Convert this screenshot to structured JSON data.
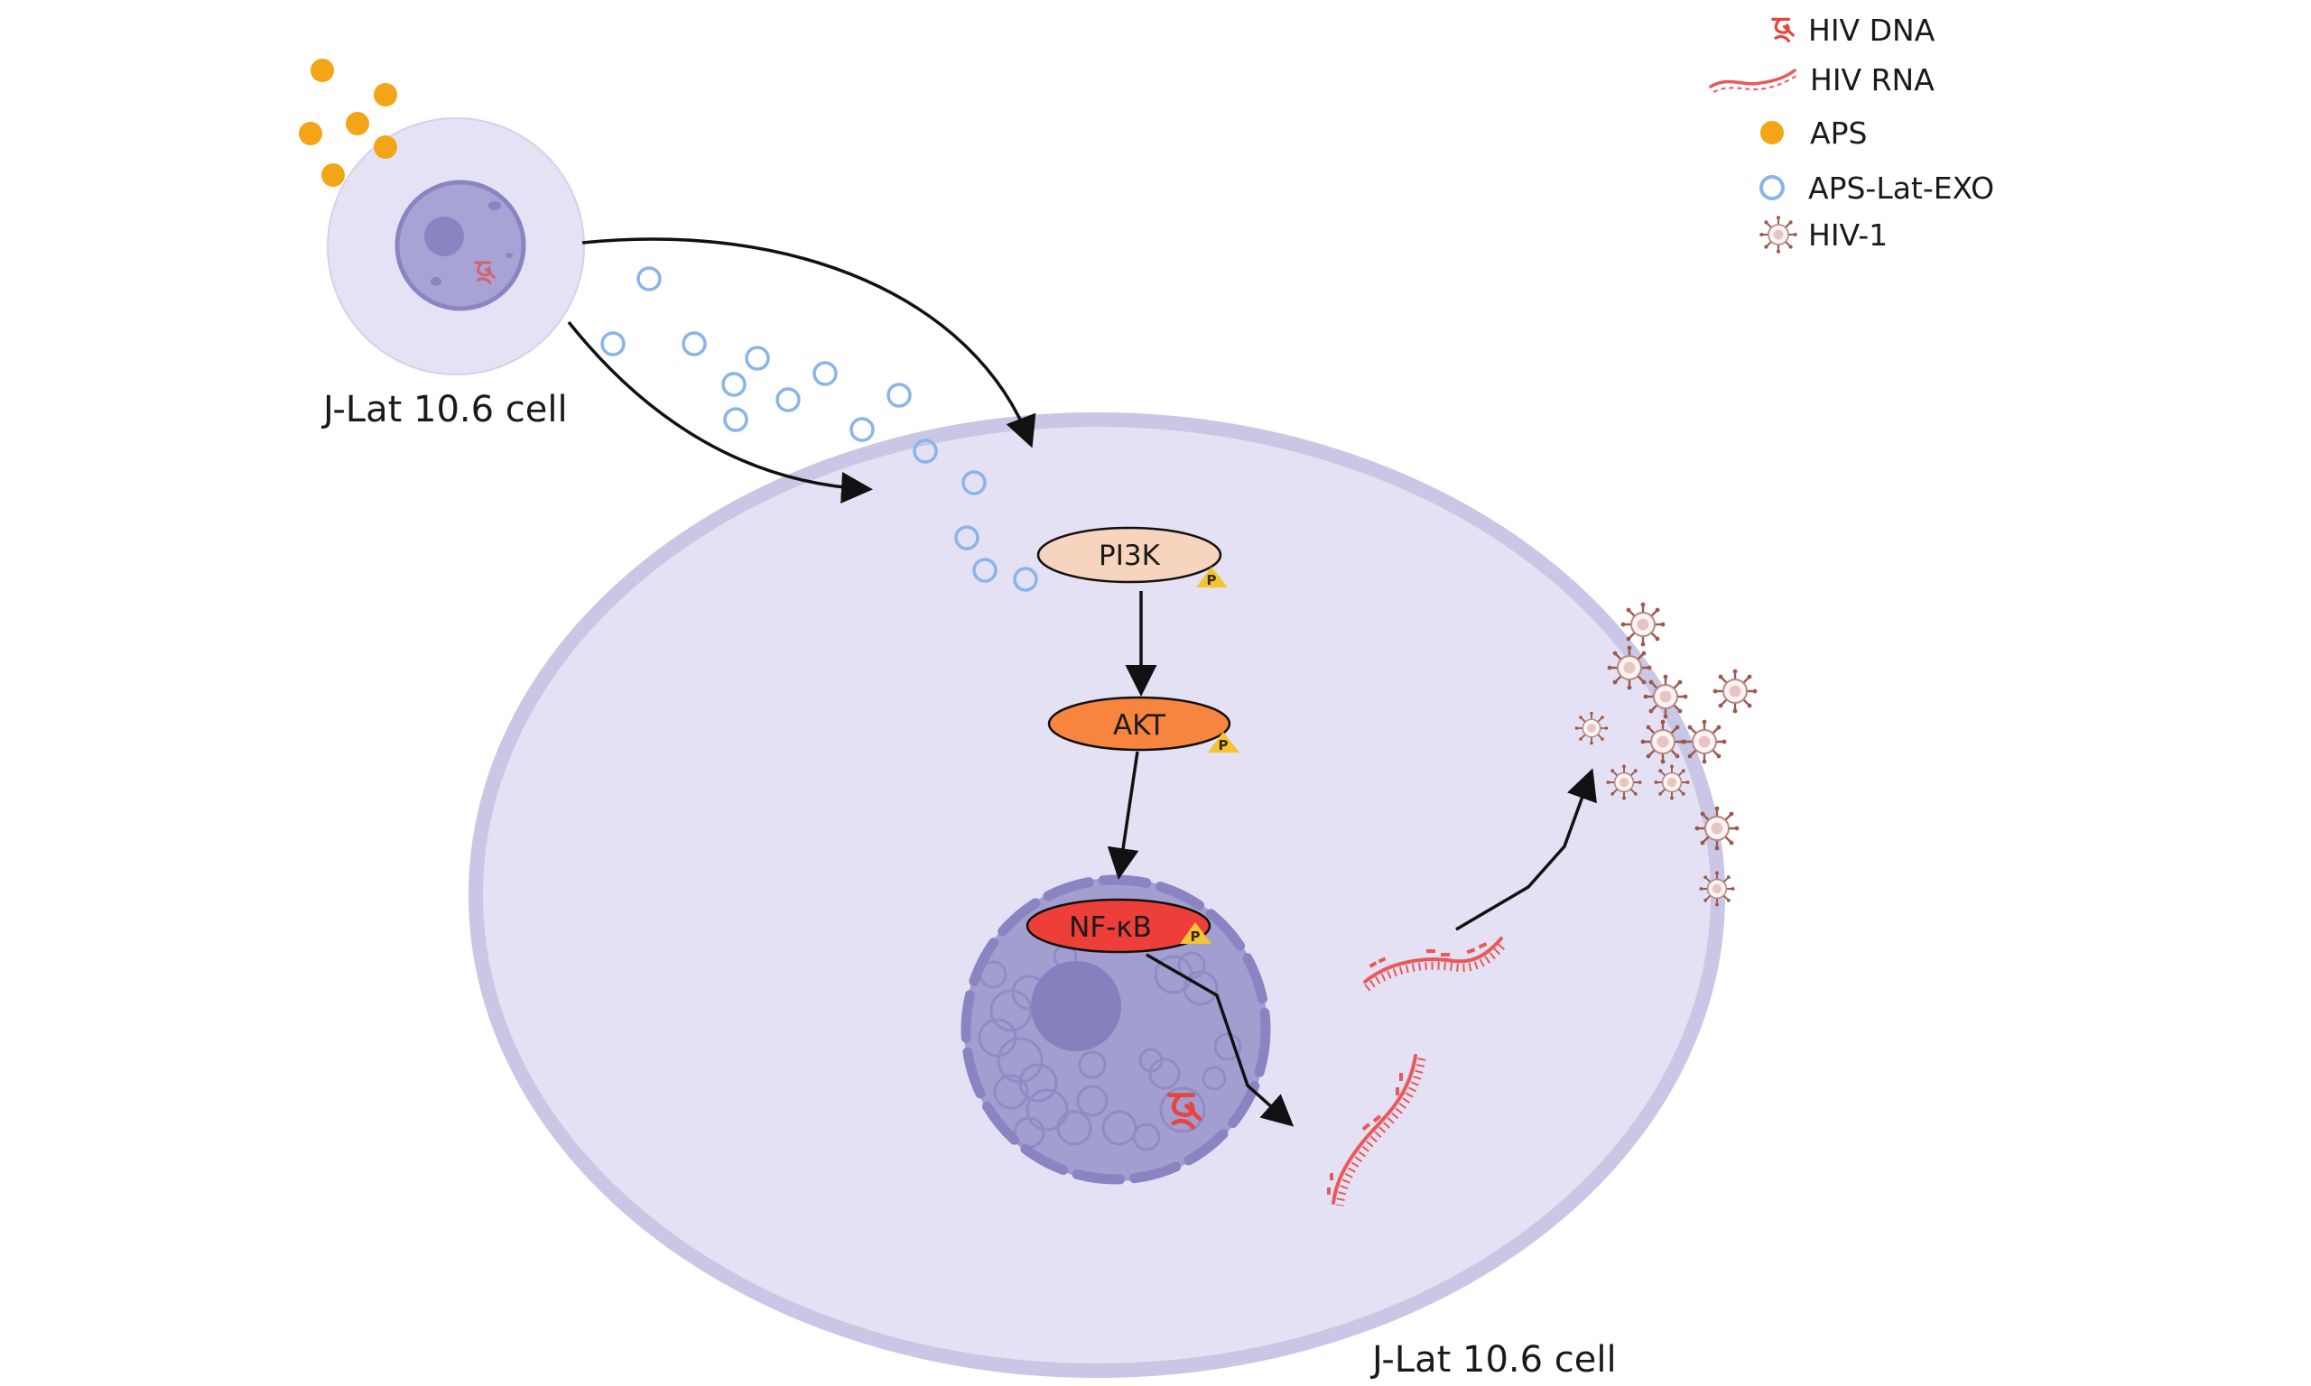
{
  "diagram": {
    "title": "APS-Lat-EXO activation of latent HIV via PI3K/AKT/NF-κB",
    "cells": {
      "donor_label": "J-Lat 10.6 cell",
      "recipient_label": "J-Lat 10.6 cell"
    },
    "pathway": {
      "nodes": [
        {
          "id": "pi3k",
          "label": "PI3K",
          "color": "#f7d4bd",
          "phosphorylated": true
        },
        {
          "id": "akt",
          "label": "AKT",
          "color": "#f7843f",
          "phosphorylated": true
        },
        {
          "id": "nfkb",
          "label": "NF-κB",
          "color": "#ee3e3a",
          "phosphorylated": true
        }
      ],
      "phospho_label": "P",
      "phospho_color": "#f5c531",
      "edges": [
        {
          "from": "pi3k",
          "to": "akt"
        },
        {
          "from": "akt",
          "to": "nfkb"
        },
        {
          "from": "nfkb",
          "to": "hiv-rna"
        },
        {
          "from": "hiv-rna",
          "to": "hiv-1"
        }
      ]
    },
    "legend": {
      "items": [
        {
          "icon": "hiv-dna-icon",
          "label": "HIV DNA"
        },
        {
          "icon": "hiv-rna-icon",
          "label": "HIV RNA"
        },
        {
          "icon": "aps-dot-icon",
          "label": "APS"
        },
        {
          "icon": "exosome-ring-icon",
          "label": "APS-Lat-EXO"
        },
        {
          "icon": "virion-icon",
          "label": "HIV-1"
        }
      ]
    },
    "colors": {
      "cell_fill": "#e3e1f3",
      "cell_membrane": "#c9c6e6",
      "nucleus_fill": "#a39ed0",
      "nucleus_envelope": "#8a84c2",
      "chromatin": "#8d86c4",
      "nucleolus": "#8780bf",
      "aps": "#f2a516",
      "exosome": "#8ab4ea",
      "hiv_nucleic_acid": "#e8595a",
      "virion_spike": "#9b5a4e"
    },
    "counts": {
      "aps_particles": 6,
      "exosomes": 15,
      "virions": 11,
      "rna_strands": 2
    }
  }
}
